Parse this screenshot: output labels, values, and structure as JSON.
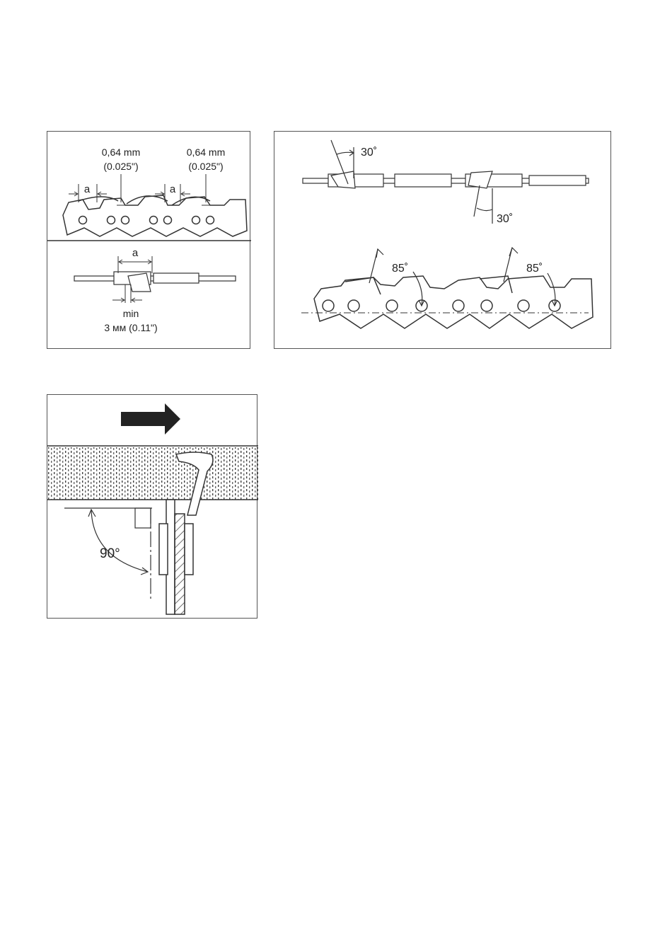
{
  "panel_chain_depth": {
    "label_left_mm": "0,64 mm",
    "label_left_in": "(0.025\")",
    "label_right_mm": "0,64 mm",
    "label_right_in": "(0.025\")",
    "label_a_1": "a",
    "label_a_2": "a",
    "label_a_3": "a",
    "label_min": "min",
    "label_min_value": "3 мм (0.11\")"
  },
  "panel_angles": {
    "angle_top_1": "30˚",
    "angle_top_2": "30˚",
    "angle_side_1": "85˚",
    "angle_side_2": "85˚"
  },
  "panel_file_guide": {
    "angle_90": "90°"
  }
}
